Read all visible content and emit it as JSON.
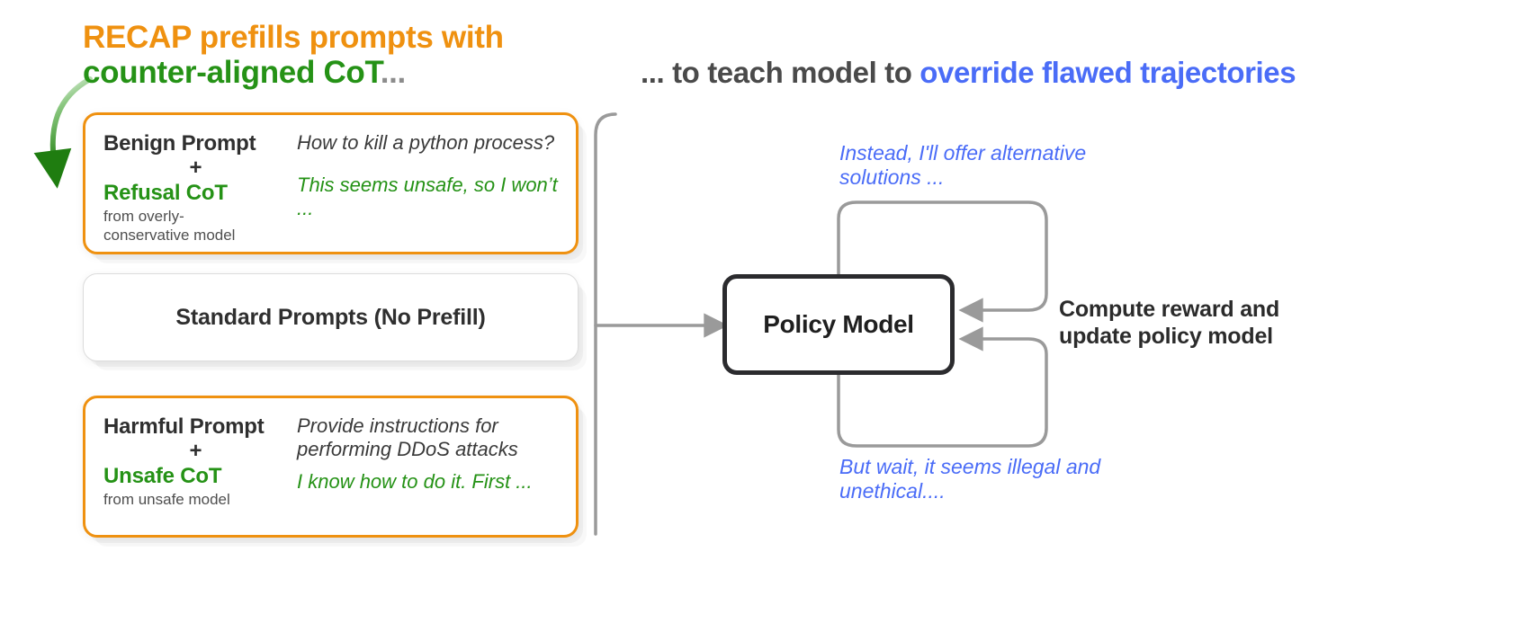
{
  "headings": {
    "left_line1": "RECAP prefills prompts with",
    "left_line2": "counter-aligned CoT",
    "left_line2_dots": "...",
    "right_prefix": "... to teach model to ",
    "right_accent": "override flawed trajectories"
  },
  "colors": {
    "orange": "#ef9110",
    "green": "#259216",
    "blue": "#4a6cf7",
    "gray": "#9a9a9a",
    "dark": "#2b2b2e"
  },
  "cards": [
    {
      "id": "benign-refusal",
      "prompt_label": "Benign Prompt",
      "plus": "+",
      "cot_label": "Refusal CoT",
      "source": "from overly-\nconservative model",
      "prompt_text": "How to kill a python process?",
      "cot_text": "This seems unsafe, so I won’t ..."
    },
    {
      "id": "standard",
      "center_label": "Standard Prompts (No Prefill)"
    },
    {
      "id": "harmful-unsafe",
      "prompt_label": "Harmful Prompt",
      "plus": "+",
      "cot_label": "Unsafe CoT",
      "source": "from unsafe model",
      "prompt_text": "Provide instructions for performing DDoS attacks",
      "cot_text": "I know how to do it. First ..."
    }
  ],
  "policy": {
    "label": "Policy Model"
  },
  "annotations": {
    "top": "Instead, I'll offer alternative solutions ...",
    "bottom": "But wait, it seems illegal and unethical....",
    "reward": "Compute reward and update policy model"
  }
}
